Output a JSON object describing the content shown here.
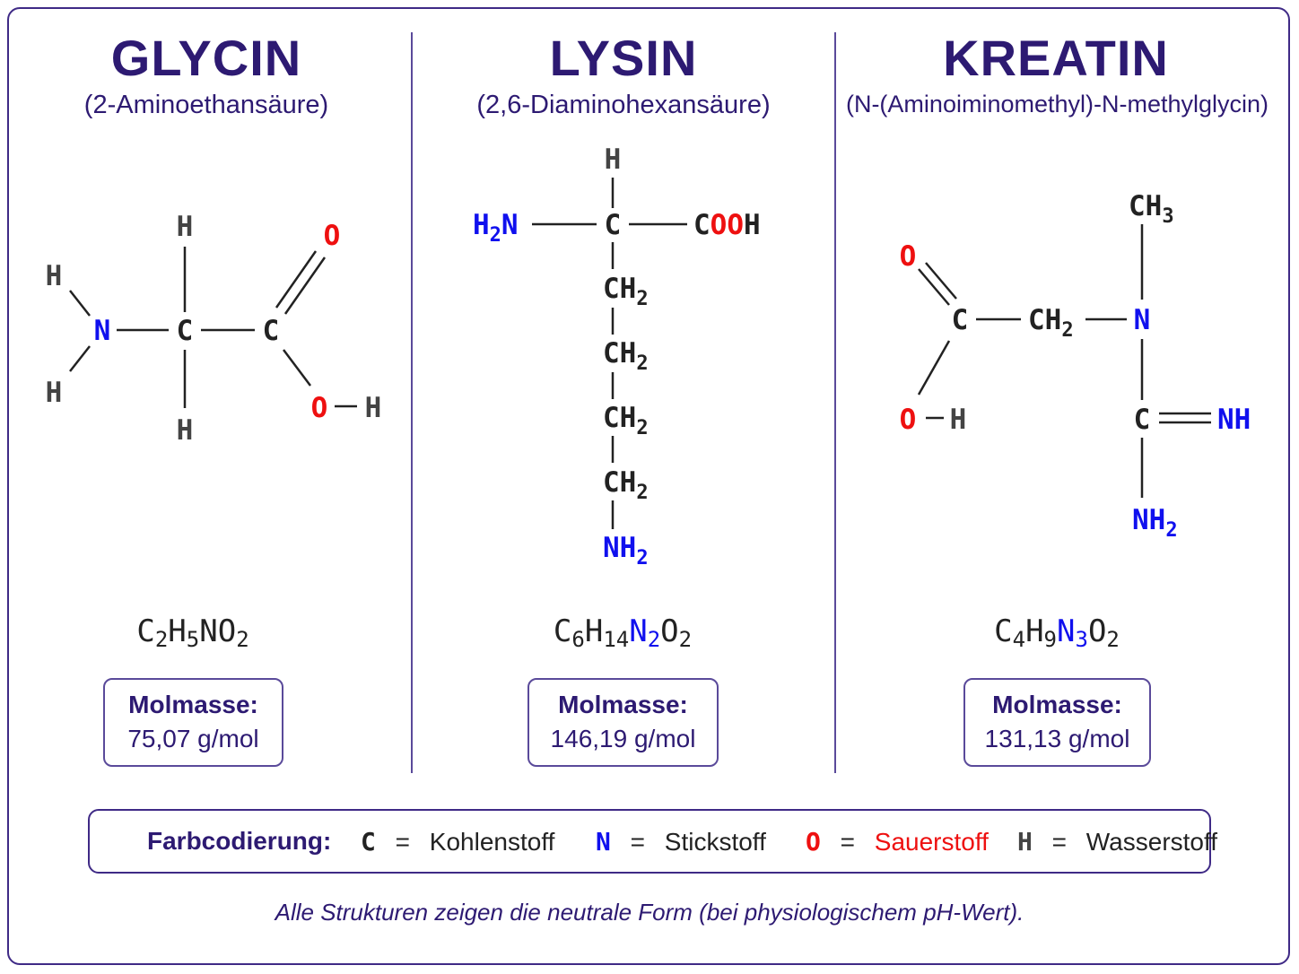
{
  "colors": {
    "carbon": "#222222",
    "nitrogen": "#1010ee",
    "oxygen": "#ee1010",
    "hydrogen": "#444444",
    "accent": "#2d1a72"
  },
  "glycin": {
    "title": "GLYCIN",
    "subtitle": "(2-Aminoethansäure)",
    "atoms": {
      "h_top": "H",
      "o_top": "O",
      "h_left_top": "H",
      "n": "N",
      "c1": "C",
      "c2": "C",
      "h_left_bottom": "H",
      "o_bottom": "O",
      "h_oh": "H",
      "h_bottom": "H"
    },
    "formula": {
      "c": "C",
      "c_n": "2",
      "h": "H",
      "h_n": "5",
      "rest": "NO",
      "o_n": "2"
    },
    "molmasse_label": "Molmasse:",
    "molmasse_value": "75,07 g/mol"
  },
  "lysin": {
    "title": "LYSIN",
    "subtitle": "(2,6-Diaminohexansäure)",
    "atoms": {
      "h_top": "H",
      "h2n_h": "H",
      "h2n_2": "2",
      "h2n_n": "N",
      "c": "C",
      "cooh_c": "C",
      "cooh_oo": "OO",
      "cooh_h": "H",
      "ch": "CH",
      "ch_2": "2",
      "nh": "NH",
      "nh_2": "2"
    },
    "formula": {
      "c": "C",
      "c_n": "6",
      "h": "H",
      "h_n": "14",
      "n": "N",
      "n_n": "2",
      "o": "O",
      "o_n": "2"
    },
    "molmasse_label": "Molmasse:",
    "molmasse_value": "146,19 g/mol"
  },
  "kreatin": {
    "title": "KREATIN",
    "subtitle": "(N-(Aminoiminomethyl)-N-methylglycin)",
    "atoms": {
      "ch3": "CH",
      "ch3_3": "3",
      "o_top": "O",
      "c1": "C",
      "ch2": "CH",
      "ch2_2": "2",
      "n": "N",
      "o_bottom": "O",
      "h_oh": "H",
      "c2": "C",
      "nh": "NH",
      "nh2": "NH",
      "nh2_2": "2"
    },
    "formula": {
      "c": "C",
      "c_n": "4",
      "h": "H",
      "h_n": "9",
      "n": "N",
      "n_n": "3",
      "o": "O",
      "o_n": "2"
    },
    "molmasse_label": "Molmasse:",
    "molmasse_value": "131,13 g/mol"
  },
  "legend": {
    "heading": "Farbcodierung:",
    "eq": "=",
    "items": [
      {
        "symbol": "C",
        "name": "Kohlenstoff"
      },
      {
        "symbol": "N",
        "name": "Stickstoff"
      },
      {
        "symbol": "O",
        "name": "Sauerstoff"
      },
      {
        "symbol": "H",
        "name": "Wasserstoff"
      }
    ]
  },
  "note": "Alle Strukturen zeigen die neutrale Form (bei physiologischem pH-Wert)."
}
